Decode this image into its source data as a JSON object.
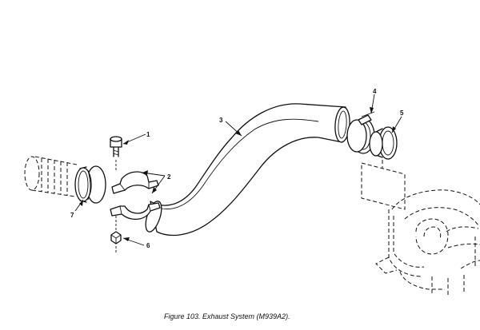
{
  "figure": {
    "caption": "Figure 103.  Exhaust System (M939A2).",
    "callouts": [
      "1",
      "2",
      "3",
      "4",
      "5",
      "6",
      "7"
    ]
  }
}
